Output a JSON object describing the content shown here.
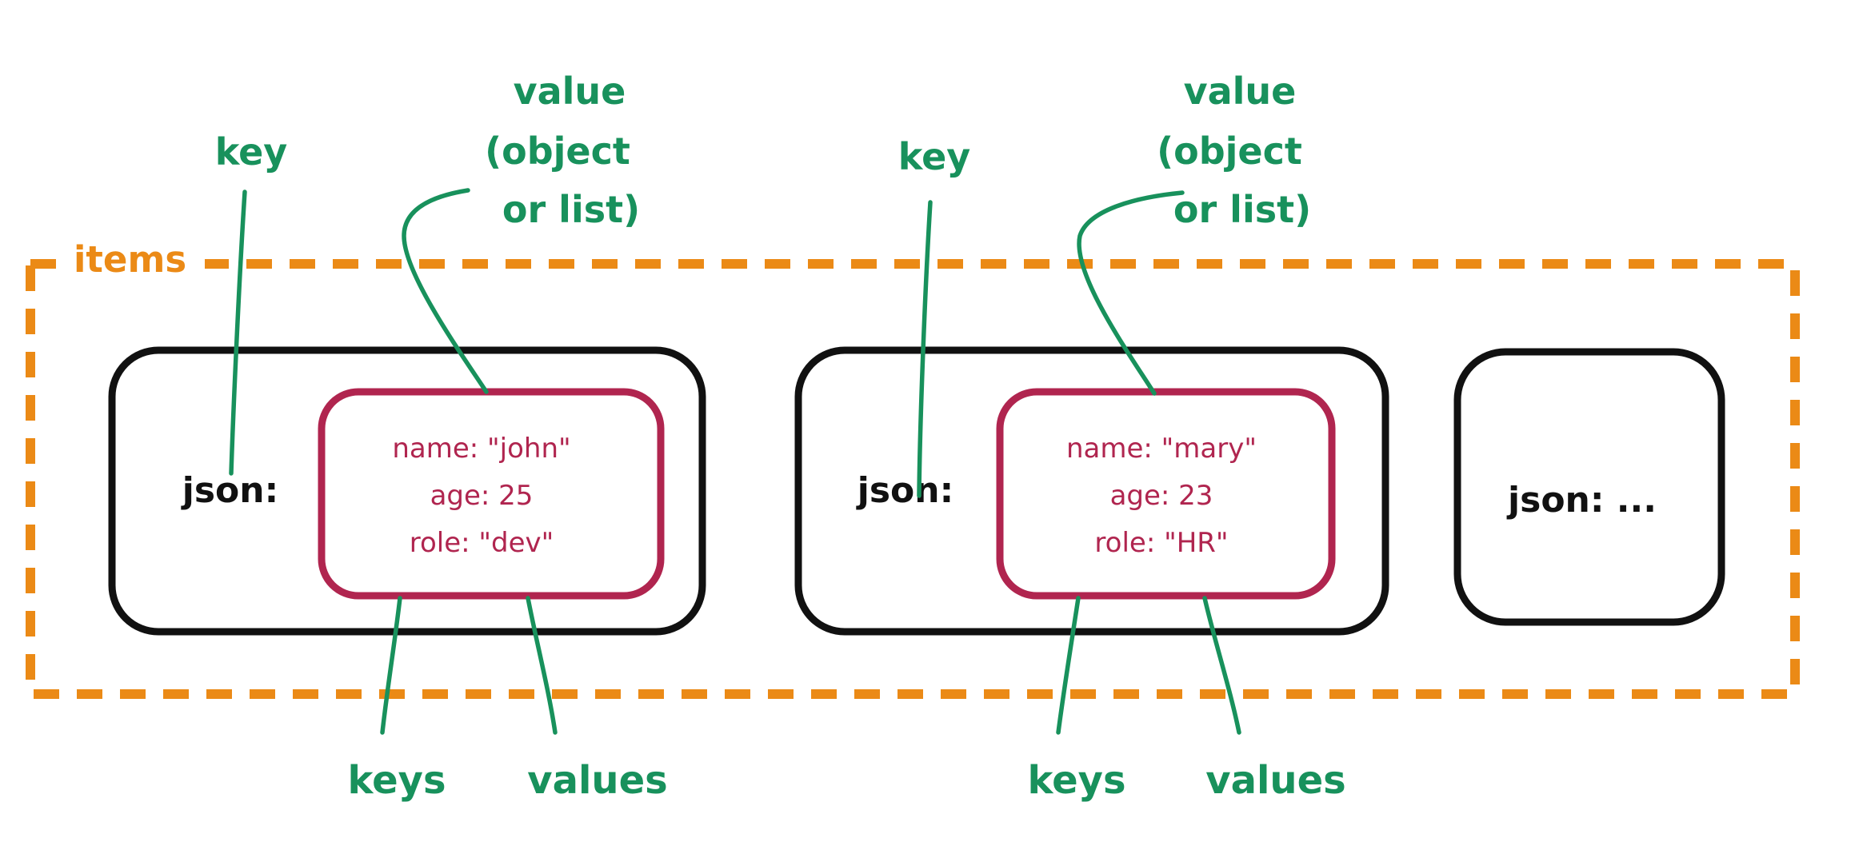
{
  "diagram_title": "JSON items collection diagram",
  "colors": {
    "orange": "#EB8A16",
    "green": "#18915C",
    "crimson": "#B0254F",
    "black": "#111111",
    "background": "#ffffff"
  },
  "container": {
    "label": "items"
  },
  "annotations": {
    "key": "key",
    "value_lines": [
      "value",
      "(object",
      "or list)"
    ],
    "keys": "keys",
    "values": "values"
  },
  "records": [
    {
      "key_label": "json:",
      "fields": [
        "name: \"john\"",
        "age: 25",
        "role: \"dev\""
      ]
    },
    {
      "key_label": "json:",
      "fields": [
        "name: \"mary\"",
        "age: 23",
        "role: \"HR\""
      ]
    },
    {
      "key_label": "json:  ...",
      "fields": []
    }
  ]
}
